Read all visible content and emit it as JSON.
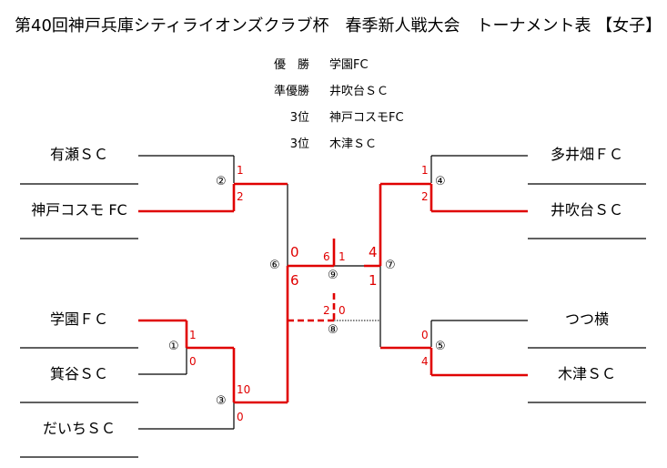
{
  "title": "第40回神戸兵庫シティライオンズクラブ杯　春季新人戦大会　トーナメント表 【女子】",
  "results": [
    {
      "place": "優　勝",
      "team": "学園FC"
    },
    {
      "place": "準優勝",
      "team": "井吹台ＳＣ"
    },
    {
      "place": "3位",
      "team": "神戸コスモFC"
    },
    {
      "place": "3位",
      "team": "木津ＳＣ"
    }
  ],
  "left_teams": [
    "有瀬ＳＣ",
    "神戸コスモ FC",
    "",
    "学園ＦＣ",
    "箕谷ＳＣ",
    "だいちＳＣ"
  ],
  "right_teams": [
    "多井畑ＦＣ",
    "井吹台ＳＣ",
    "",
    "つつ横",
    "木津ＳＣ"
  ],
  "match_numbers": {
    "m1": "①",
    "m2": "②",
    "m3": "③",
    "m4": "④",
    "m5": "⑤",
    "m6": "⑥",
    "m7": "⑦",
    "m8": "⑧",
    "m9": "⑨"
  },
  "scores": {
    "m2_top": "1",
    "m2_bottom": "2",
    "m1_top": "1",
    "m1_bottom": "0",
    "m3_top": "10",
    "m3_bottom": "0",
    "m6_top": "0",
    "m6_bottom": "6",
    "m9_left": "6",
    "m9_right": "1",
    "m8_left": "2",
    "m8_right": "0",
    "m7_top": "4",
    "m7_bottom": "1",
    "m4_top": "1",
    "m4_bottom": "2",
    "m5_top": "0",
    "m5_bottom": "4"
  },
  "colors": {
    "win": "#e00000",
    "line": "#000000"
  }
}
